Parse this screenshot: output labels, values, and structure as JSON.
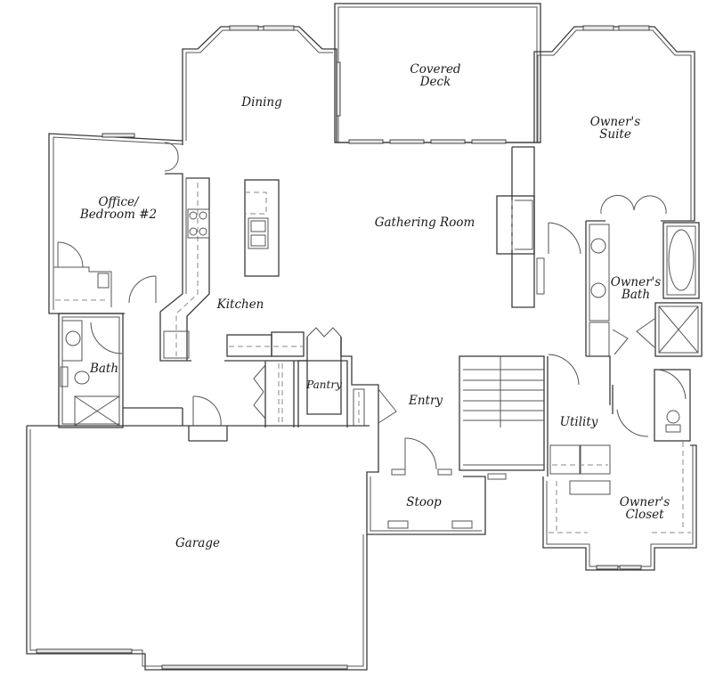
{
  "plan": {
    "rooms": {
      "covered_deck": {
        "line1": "Covered",
        "line2": "Deck"
      },
      "dining": {
        "label": "Dining"
      },
      "owners_suite": {
        "line1": "Owner's",
        "line2": "Suite"
      },
      "office": {
        "line1": "Office/",
        "line2": "Bedroom #2"
      },
      "gathering_room": {
        "label": "Gathering Room"
      },
      "owners_bath": {
        "line1": "Owner's",
        "line2": "Bath"
      },
      "kitchen": {
        "label": "Kitchen"
      },
      "bath": {
        "label": "Bath"
      },
      "pantry": {
        "label": "Pantry"
      },
      "entry": {
        "label": "Entry"
      },
      "utility": {
        "label": "Utility"
      },
      "stoop": {
        "label": "Stoop"
      },
      "owners_closet": {
        "line1": "Owner's",
        "line2": "Closet"
      },
      "garage": {
        "label": "Garage"
      }
    },
    "colors": {
      "wall": "#3a3a3a",
      "background": "#ffffff",
      "window_fill": "#e6e6e6"
    }
  }
}
